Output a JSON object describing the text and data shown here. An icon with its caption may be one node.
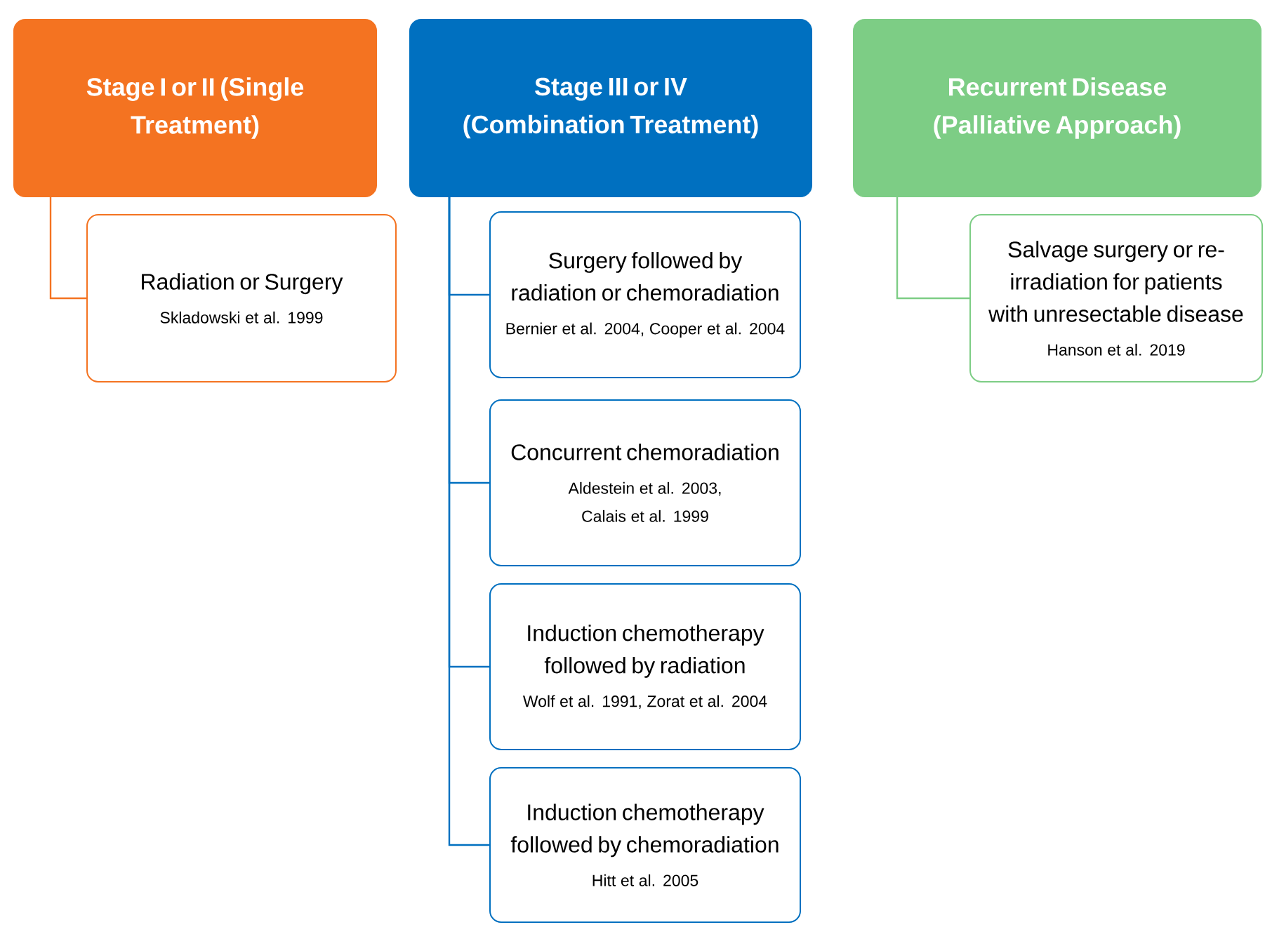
{
  "diagram": {
    "nodes": [
      {
        "text": [
          "Stage I or II (Single Treatment)"
        ]
      },
      {
        "text": [
          "Stage III or IV (Combination Treatment)"
        ]
      },
      {
        "text": [
          "Recurrent Disease (Palliative Approach)"
        ]
      },
      {
        "text": [
          "Radiation or Surgery",
          "Skladowski et al. 1999"
        ]
      },
      {
        "text": [
          "Surgery followed by radiation or chemoradiation",
          "Bernier et al. 2004, Cooper et al. 2004"
        ]
      },
      {
        "text": [
          "Concurrent chemoradiation",
          "Aldestein et al. 2003, Calais et al. 1999"
        ]
      },
      {
        "text": [
          "Induction chemotherapy followed by radiation",
          "Wolf et al. 1991, Zorat et al. 2004"
        ]
      },
      {
        "text": [
          "Induction chemotherapy followed by chemoradiation",
          "Hitt et al. 2005"
        ]
      },
      {
        "text": [
          "Salvage surgery or re-irradiation for patients with unresectable disease",
          "Hanson et al. 2019"
        ]
      }
    ],
    "edges": [
      {
        "from": 0,
        "to": 3,
        "arrow": "none",
        "color": "#f47321"
      },
      {
        "from": 1,
        "to": 4,
        "arrow": "none"
      },
      {
        "from": 1,
        "to": 5,
        "arrow": "none"
      },
      {
        "from": 1,
        "to": 6,
        "arrow": "none"
      },
      {
        "from": 1,
        "to": 7,
        "arrow": "none"
      },
      {
        "from": 2,
        "to": 8,
        "arrow": "none",
        "color": "#7dcd85"
      }
    ]
  }
}
